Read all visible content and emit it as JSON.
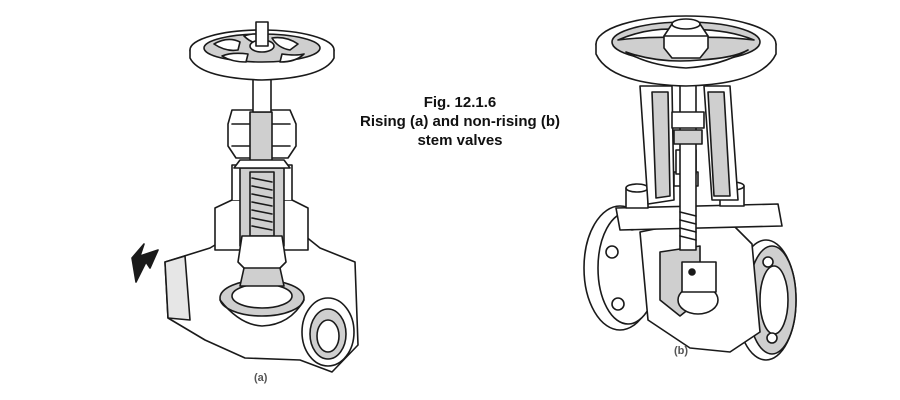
{
  "figure": {
    "number": "Fig. 12.1.6",
    "caption_line1": "Rising (a) and non-rising (b)",
    "caption_line2": "stem valves"
  },
  "panels": [
    {
      "label": "(a)"
    },
    {
      "label": "(b)"
    }
  ],
  "colors": {
    "line": "#1a1a1a",
    "fill": "#ffffff",
    "shade": "#cfcfcf",
    "label": "#555555"
  }
}
